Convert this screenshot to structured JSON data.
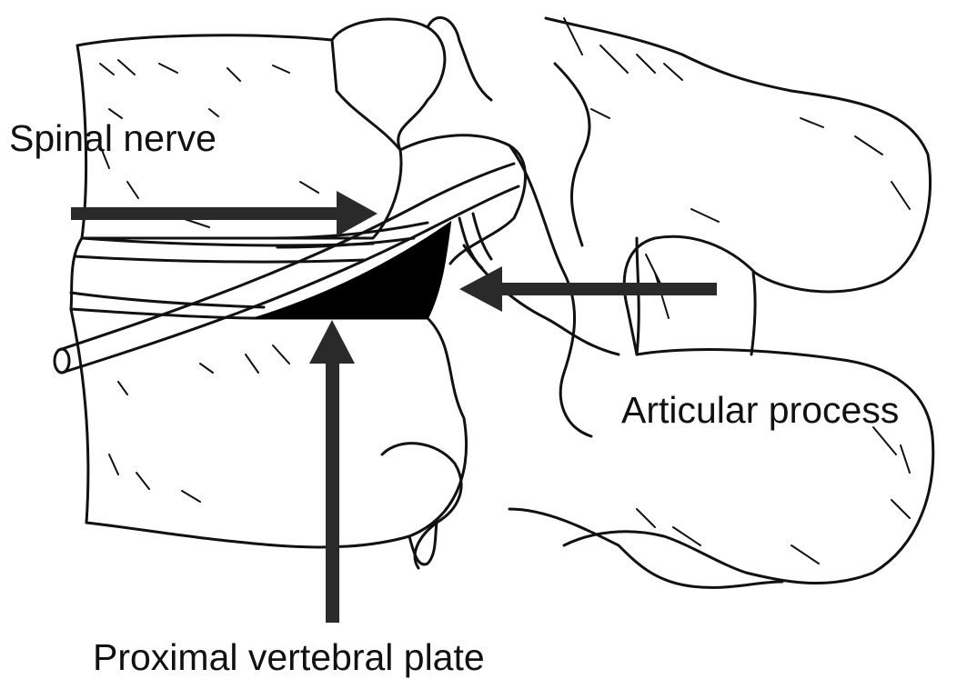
{
  "labels": {
    "spinal_nerve": "Spinal nerve",
    "articular_process": "Articular process",
    "proximal_vertebral_plate": "Proximal vertebral plate"
  },
  "colors": {
    "line": "#111111",
    "arrow": "#2a2a2a",
    "fill_dark": "#000000",
    "background": "#ffffff"
  }
}
